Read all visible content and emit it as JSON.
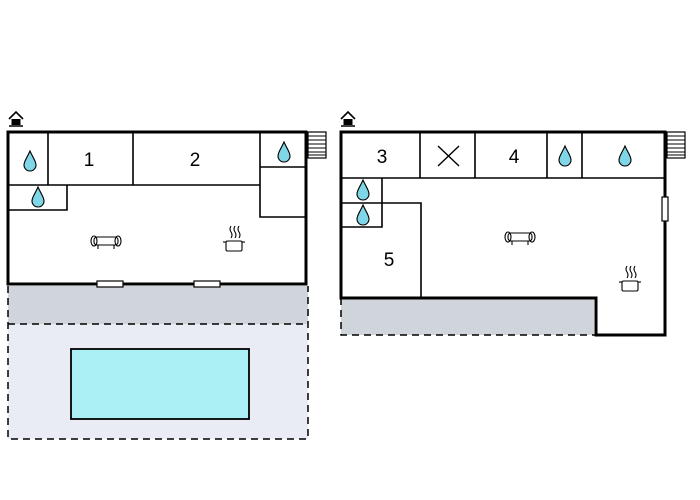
{
  "plans": [
    {
      "rooms": [
        {
          "number": "1"
        },
        {
          "number": "2"
        }
      ],
      "icons": [
        "entrance-icon",
        "stairs-icon",
        "bathroom-icon",
        "living-room-icon",
        "kitchen-icon",
        "door-icon"
      ],
      "features": [
        "terrace",
        "pool"
      ]
    },
    {
      "rooms": [
        {
          "number": "3"
        },
        {
          "number": "4"
        },
        {
          "number": "5"
        }
      ],
      "icons": [
        "entrance-icon",
        "stairs-icon",
        "bathroom-icon",
        "living-room-icon",
        "kitchen-icon",
        "technical-room-icon",
        "window-icon"
      ],
      "features": [
        "terrace"
      ]
    }
  ],
  "colors": {
    "water": "#7fd6e6",
    "pool": "#aaf0f5",
    "terrace": "#cfd5db",
    "garden": "#e9ecf5",
    "wall": "#000000"
  }
}
